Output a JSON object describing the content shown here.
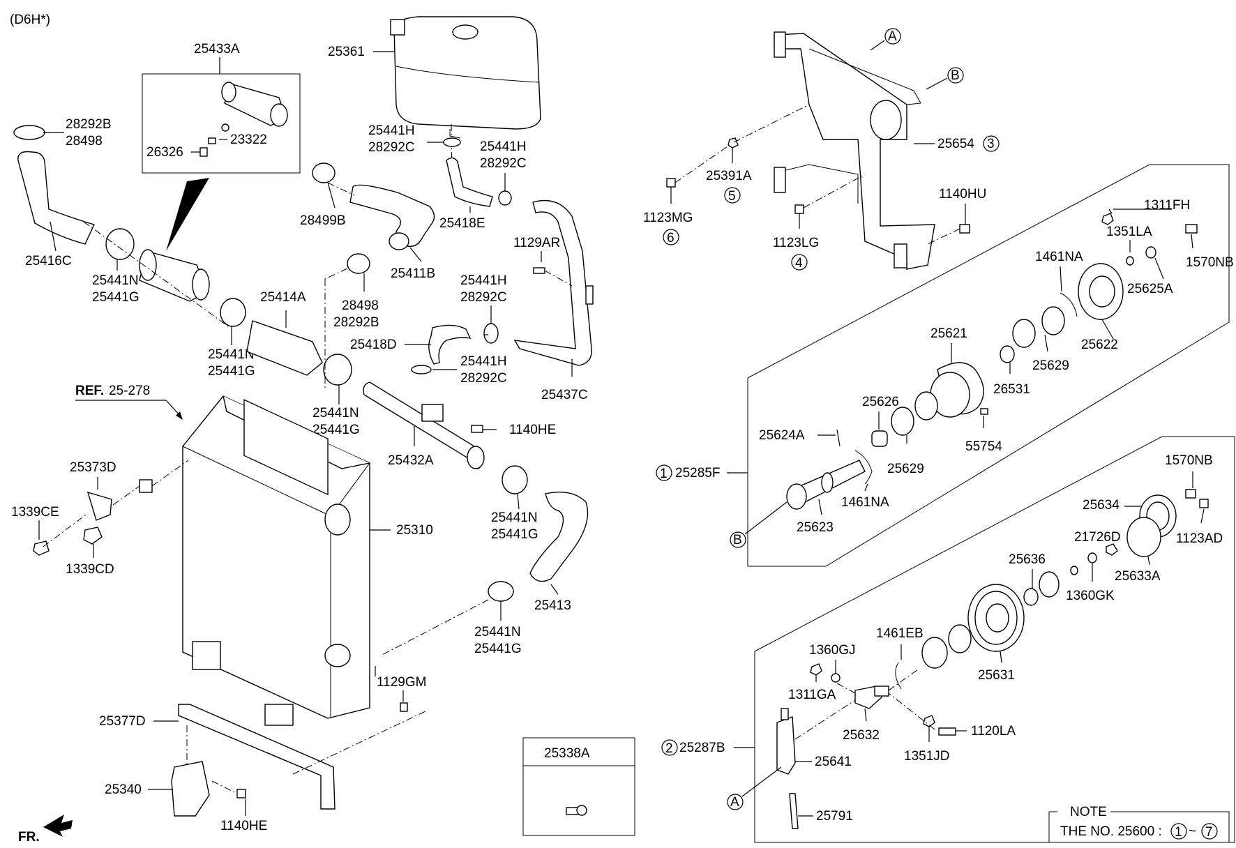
{
  "header": {
    "engine_code": "(D6H*)"
  },
  "ref": {
    "prefix": "REF.",
    "number": "25-278"
  },
  "direction": {
    "front": "FR."
  },
  "inset_box": {
    "title": "25433A",
    "parts": [
      "28292B",
      "28498",
      "23322",
      "26326"
    ]
  },
  "part_labels": {
    "p25361": "25361",
    "p25441H_a": "25441H",
    "p28292C_a": "28292C",
    "p25441H_b": "25441H",
    "p28292C_b": "28292C",
    "p28499B": "28499B",
    "p25418E": "25418E",
    "p25411B": "25411B",
    "p25416C": "25416C",
    "p25441N_a": "25441N",
    "p25441G_a": "25441G",
    "p25414A": "25414A",
    "p28498": "28498",
    "p28292B": "28292B",
    "p1129AR": "1129AR",
    "p25441H_c": "25441H",
    "p28292C_c": "28292C",
    "p25418D": "25418D",
    "p25441N_b": "25441N",
    "p25441G_b": "25441G",
    "p25441H_d": "25441H",
    "p28292C_d": "28292C",
    "p25437C": "25437C",
    "p25441N_c": "25441N",
    "p25441G_c": "25441G",
    "p1140HE_a": "1140HE",
    "p25432A": "25432A",
    "p25373D": "25373D",
    "p1339CE": "1339CE",
    "p1339CD": "1339CD",
    "p25310": "25310",
    "p25441N_d": "25441N",
    "p25441G_d": "25441G",
    "p25413": "25413",
    "p25441N_e": "25441N",
    "p25441G_e": "25441G",
    "p1129GM": "1129GM",
    "p25377D": "25377D",
    "p25340": "25340",
    "p1140HE_b": "1140HE",
    "p25338A": "25338A",
    "p25654": "25654",
    "p25391A": "25391A",
    "p1123MG": "1123MG",
    "p1123LG": "1123LG",
    "p1140HU": "1140HU",
    "p1311FH": "1311FH",
    "p1351LA": "1351LA",
    "p1461NA_a": "1461NA",
    "p1570NB_a": "1570NB",
    "p25625A": "25625A",
    "p25621": "25621",
    "p25622": "25622",
    "p25629_a": "25629",
    "p26531": "26531",
    "p25626": "25626",
    "p25624A": "25624A",
    "p55754": "55754",
    "p25629_b": "25629",
    "p25285F": "25285F",
    "p1461NA_b": "1461NA",
    "p25623": "25623",
    "p1570NB_b": "1570NB",
    "p25634": "25634",
    "p21726D": "21726D",
    "p1123AD": "1123AD",
    "p25636": "25636",
    "p25633A": "25633A",
    "p1360GK": "1360GK",
    "p1461EB": "1461EB",
    "p1360GJ": "1360GJ",
    "p25631": "25631",
    "p1311GA": "1311GA",
    "p25632": "25632",
    "p1120LA": "1120LA",
    "p25287B": "25287B",
    "p1351JD": "1351JD",
    "p25641": "25641",
    "p25791": "25791"
  },
  "callouts": {
    "A1": "A",
    "B1": "B",
    "A2": "A",
    "B2": "B",
    "n1": "1",
    "n2": "2",
    "n3": "3",
    "n4": "4",
    "n5": "5",
    "n6": "6"
  },
  "note": {
    "title": "NOTE",
    "text": "THE NO. 25600  :",
    "from": "1",
    "sep": "~",
    "to": "7"
  }
}
